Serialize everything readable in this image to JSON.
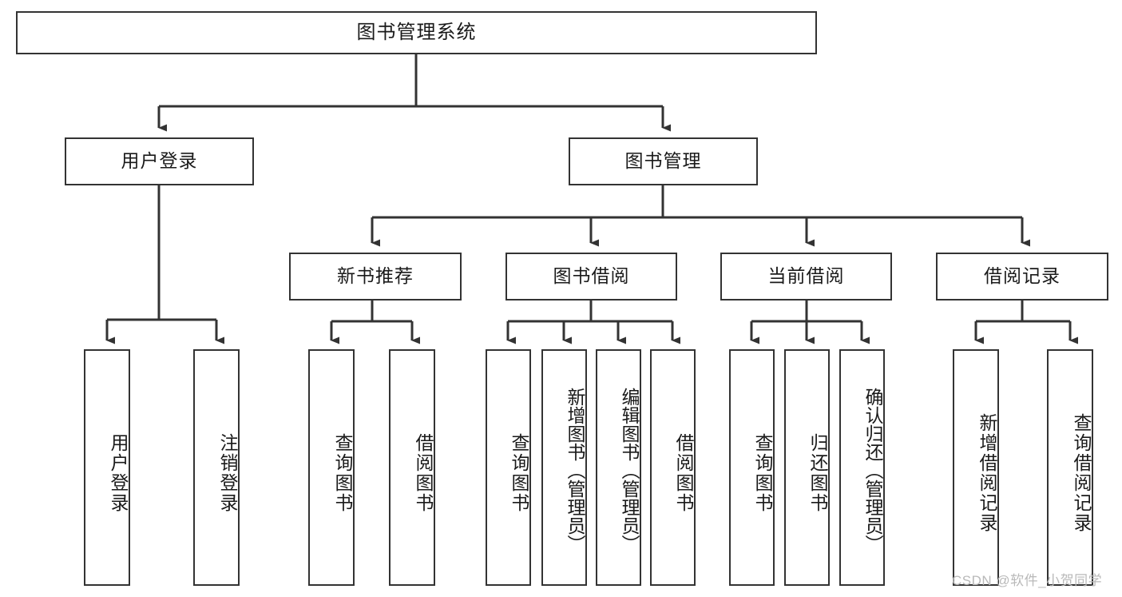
{
  "diagram": {
    "title": "图书管理系统",
    "type": "tree",
    "watermark": "CSDN @软件_小贺同学",
    "colors": {
      "box_border": "#333333",
      "box_fill": "#ffffff",
      "connector": "#333333",
      "text": "#1a1a1a",
      "watermark": "#b9b9b9"
    },
    "root": {
      "label": "图书管理系统"
    },
    "level2": [
      {
        "label": "用户登录"
      },
      {
        "label": "图书管理"
      }
    ],
    "level3": [
      {
        "label": "新书推荐"
      },
      {
        "label": "图书借阅"
      },
      {
        "label": "当前借阅"
      },
      {
        "label": "借阅记录"
      }
    ],
    "leaves": [
      {
        "label": "用户登录",
        "parent": "用户登录"
      },
      {
        "label": "注销登录",
        "parent": "用户登录"
      },
      {
        "label": "查询图书",
        "parent": "新书推荐"
      },
      {
        "label": "借阅图书",
        "parent": "新书推荐"
      },
      {
        "label": "查询图书",
        "parent": "图书借阅"
      },
      {
        "label": "新增图书（管理员）",
        "parent": "图书借阅"
      },
      {
        "label": "编辑图书（管理员）",
        "parent": "图书借阅"
      },
      {
        "label": "借阅图书",
        "parent": "图书借阅"
      },
      {
        "label": "查询图书",
        "parent": "当前借阅"
      },
      {
        "label": "归还图书",
        "parent": "当前借阅"
      },
      {
        "label": "确认归还（管理员）",
        "parent": "当前借阅"
      },
      {
        "label": "新增借阅记录",
        "parent": "借阅记录"
      },
      {
        "label": "查询借阅记录",
        "parent": "借阅记录"
      }
    ]
  }
}
